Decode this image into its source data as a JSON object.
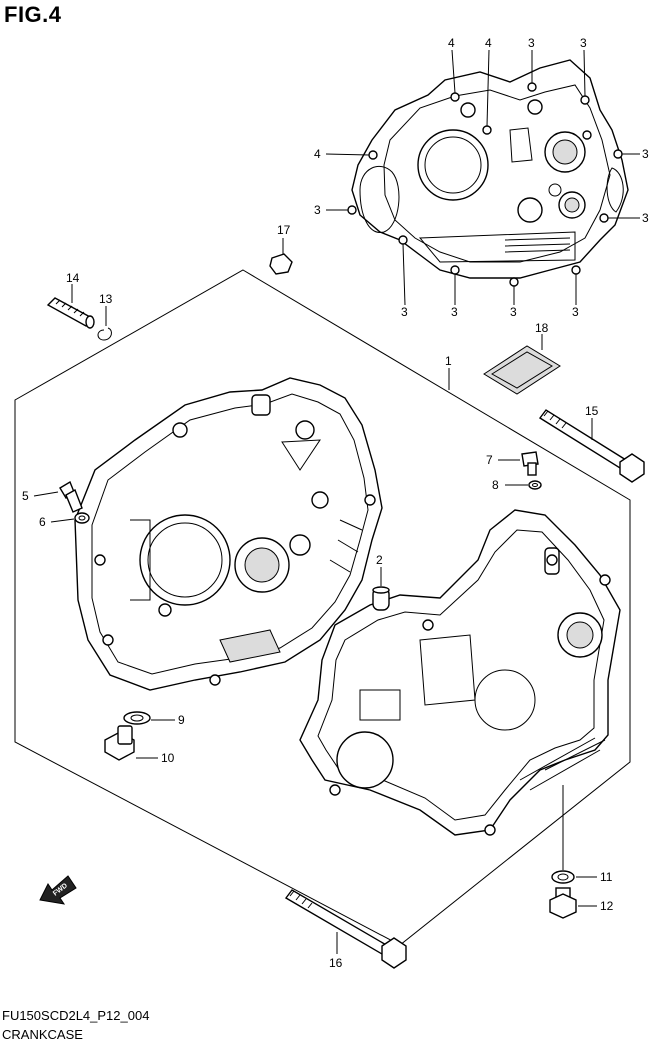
{
  "figure": {
    "title": "FIG.4",
    "drawing_code": "FU150SCD2L4_P12_004",
    "drawing_name": "CRANKCASE",
    "fwd_label": "FWD"
  },
  "callouts": {
    "c1": "1",
    "c2": "2",
    "c3": "3",
    "c4": "4",
    "c5": "5",
    "c6": "6",
    "c7": "7",
    "c8": "8",
    "c9": "9",
    "c10": "10",
    "c11": "11",
    "c12": "12",
    "c13": "13",
    "c14": "14",
    "c15": "15",
    "c16": "16",
    "c17": "17",
    "c18": "18"
  }
}
